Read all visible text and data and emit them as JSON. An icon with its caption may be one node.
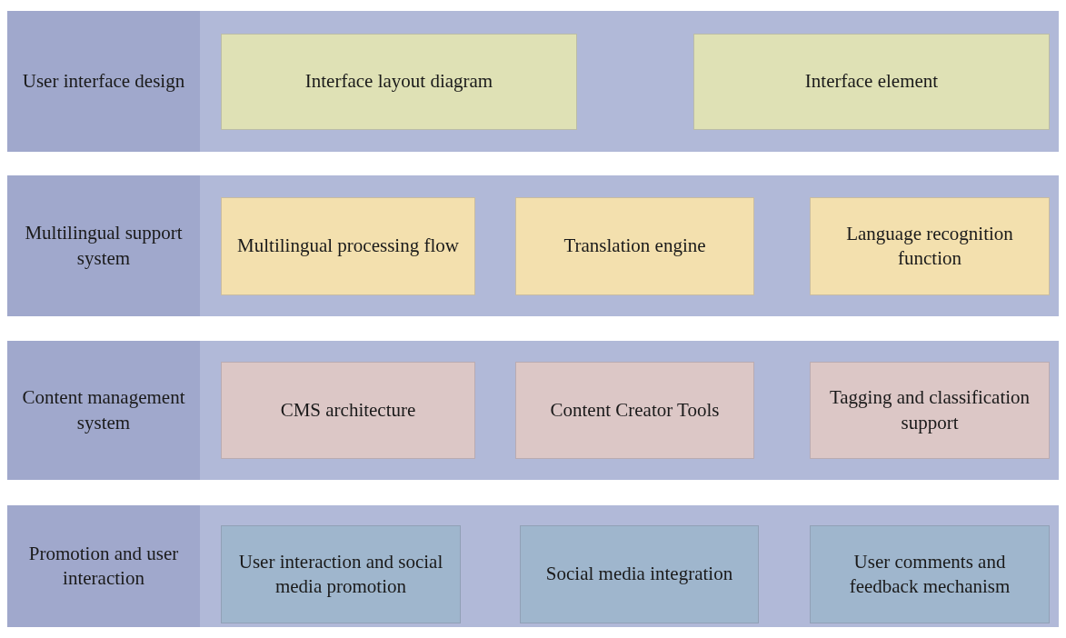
{
  "diagram": {
    "nodes": [
      {
        "text": [
          "User interface design"
        ]
      },
      {
        "text": [
          "Interface layout diagram"
        ],
        "in": 0
      },
      {
        "text": [
          "Interface element"
        ],
        "in": 0
      },
      {
        "text": [
          "Multilingual support system"
        ]
      },
      {
        "text": [
          "Multilingual processing flow"
        ],
        "in": 3
      },
      {
        "text": [
          "Translation engine"
        ],
        "in": 3
      },
      {
        "text": [
          "Language recognition function"
        ],
        "in": 3
      },
      {
        "text": [
          "Content management system"
        ]
      },
      {
        "text": [
          "CMS architecture"
        ],
        "in": 7
      },
      {
        "text": [
          "Content Creator Tools"
        ],
        "in": 7
      },
      {
        "text": [
          "Tagging and classification support"
        ],
        "in": 7
      },
      {
        "text": [
          "Promotion and user interaction"
        ]
      },
      {
        "text": [
          "User interaction and social media promotion"
        ],
        "in": 11
      },
      {
        "text": [
          "Social media integration"
        ],
        "in": 11
      },
      {
        "text": [
          "User comments and feedback mechanism"
        ],
        "in": 11
      }
    ]
  }
}
